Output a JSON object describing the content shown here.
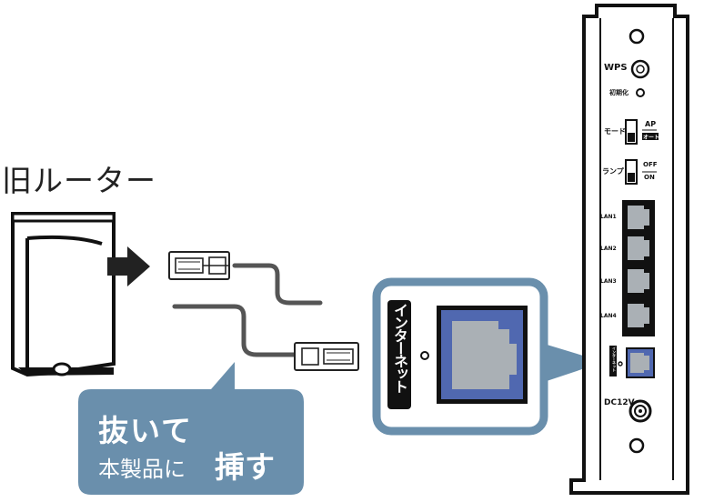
{
  "old_router": {
    "label": "旧ルーター"
  },
  "callout": {
    "line1": "抜いて",
    "line2": "本製品に",
    "line3": "挿す",
    "color": "#6a8fac"
  },
  "zoom_box": {
    "port_label": "インターネット",
    "border_color": "#6a8fac",
    "port_color": "#5068b0"
  },
  "new_router": {
    "wps_label": "WPS",
    "reset_label": "初期化",
    "mode_label": "モード",
    "mode_options": [
      "AP",
      "オート"
    ],
    "lamp_label": "ランプ",
    "lamp_options": [
      "OFF",
      "ON"
    ],
    "lan_ports": [
      "LAN1",
      "LAN2",
      "LAN3",
      "LAN4"
    ],
    "internet_label": "インターネット",
    "power_label": "DC12V"
  }
}
